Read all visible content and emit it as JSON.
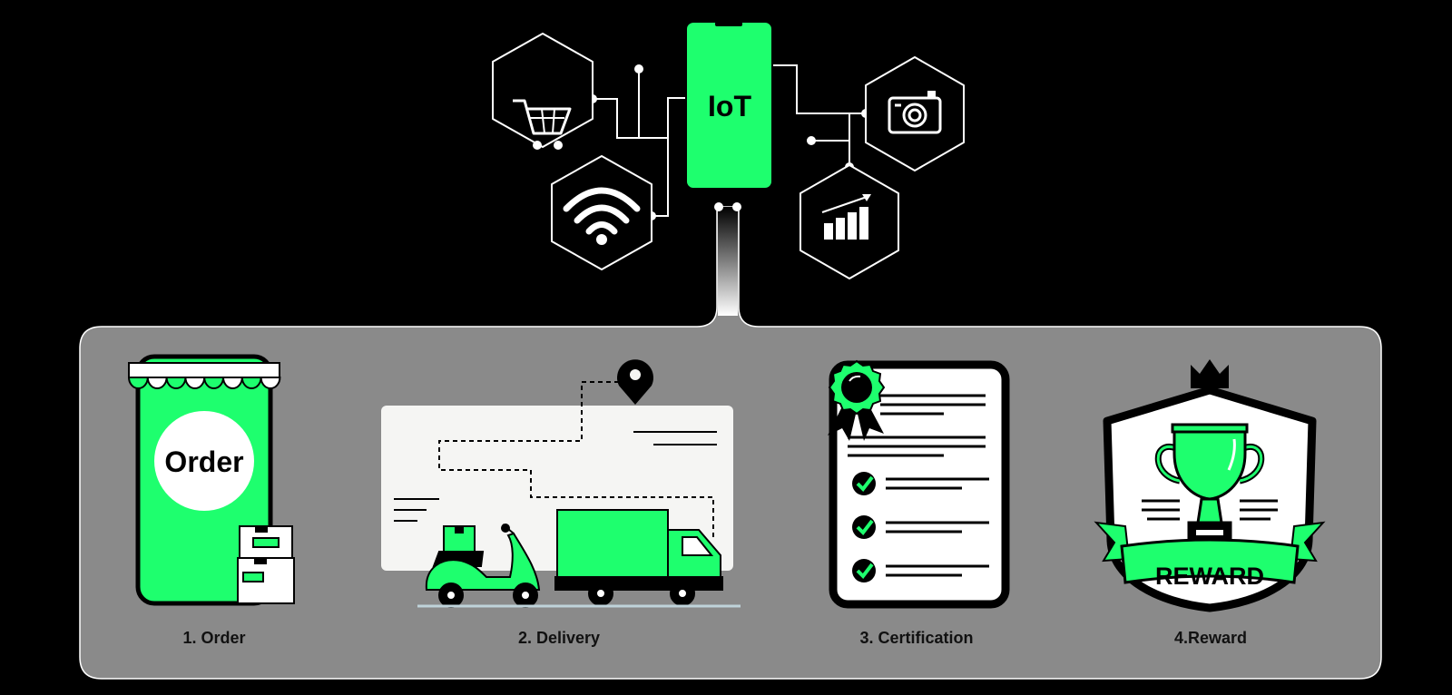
{
  "hub": {
    "label": "IoT"
  },
  "connected_icons": [
    "cart-icon",
    "wifi-icon",
    "camera-icon",
    "bar-chart-icon"
  ],
  "steps": [
    {
      "label": "1. Order",
      "badge": "Order",
      "icon": "shop-phone-icon"
    },
    {
      "label": "2. Delivery",
      "icon": "delivery-route-icon"
    },
    {
      "label": "3. Certification",
      "icon": "certificate-icon"
    },
    {
      "label": "4.Reward",
      "badge": "REWARD",
      "icon": "trophy-shield-icon"
    }
  ],
  "colors": {
    "accent": "#1EFF6E",
    "background": "#000000",
    "panel": "#8A8A8A",
    "line": "#FFFFFF"
  }
}
